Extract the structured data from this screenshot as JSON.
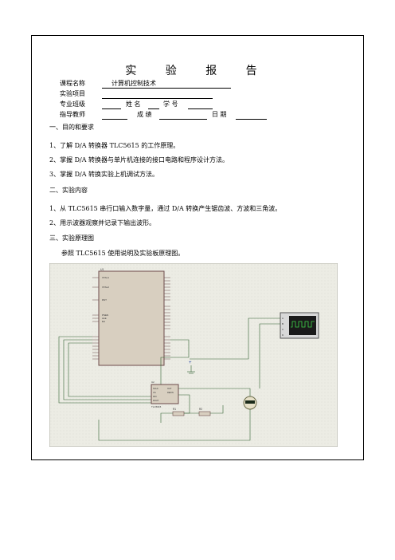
{
  "report": {
    "title": "实 验 报 告",
    "fields": {
      "course_label": "课程名称",
      "course_value": "计算机控制技术",
      "project_label": "实验项目",
      "major_label": "专业班级",
      "name_label": "姓 名",
      "student_id_label": "学 号",
      "teacher_label": "指导教师",
      "grade_label": "成 绩",
      "date_label": "日 期"
    },
    "sections": [
      {
        "heading": "一、目的和要求",
        "items": [
          "1、了解 D/A 转换器 TLC5615 的工作原理。",
          "2、掌握 D/A 转换器与单片机连接的接口电路和程序设计方法。",
          "3、掌握 D/A 转换实验上机调试方法。"
        ]
      },
      {
        "heading": "二、实验内容",
        "items": [
          "1、从 TLC5615 串行口输入数字量，通过 D/A 转换产生锯齿波、方波和三角波。",
          "2、用示波器观察并记录下输出波形。"
        ]
      },
      {
        "heading": "三、实验原理图",
        "items": [
          "参照 TLC5615 使用说明及实验板原理图。"
        ]
      }
    ],
    "schematic": {
      "mcu_ref": "U1",
      "mcu_pins_left": [
        "XTAL1",
        "XTAL2",
        "RST",
        "PSEN",
        "ALE",
        "EA"
      ],
      "dac_ref": "U2",
      "dac_part": "TLC5615",
      "dac_pins": [
        "SCLK",
        "CS",
        "DIN",
        "DOUT",
        "REFIN",
        "OUT"
      ],
      "resistors": [
        "R1",
        "R2"
      ],
      "scope_channels": [
        "A",
        "B",
        "C",
        "D"
      ]
    }
  }
}
